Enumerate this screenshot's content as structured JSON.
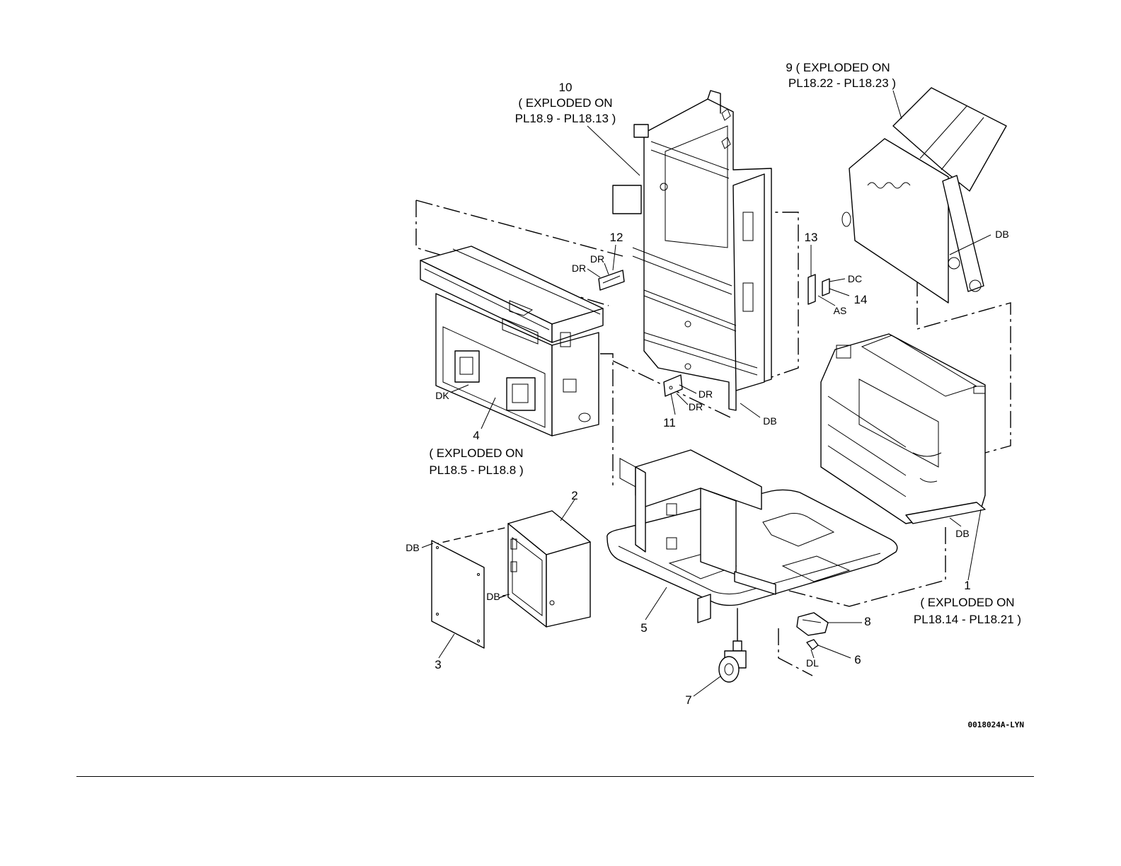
{
  "callouts": {
    "c1": {
      "num": "1",
      "line1": "( EXPLODED ON",
      "line2": "PL18.14 - PL18.21 )"
    },
    "c2": {
      "num": "2"
    },
    "c3": {
      "num": "3"
    },
    "c4": {
      "num": "4",
      "line1": "( EXPLODED ON",
      "line2": "PL18.5 - PL18.8 )"
    },
    "c5": {
      "num": "5"
    },
    "c6": {
      "num": "6"
    },
    "c7": {
      "num": "7"
    },
    "c8": {
      "num": "8"
    },
    "c9": {
      "line1": "9 ( EXPLODED ON",
      "line2": "PL18.22 - PL18.23 )"
    },
    "c10": {
      "num": "10",
      "line1": "( EXPLODED ON",
      "line2": "PL18.9 - PL18.13 )"
    },
    "c11": {
      "num": "11"
    },
    "c12": {
      "num": "12"
    },
    "c13": {
      "num": "13"
    },
    "c14": {
      "num": "14"
    }
  },
  "fasteners": {
    "dr": "DR",
    "db": "DB",
    "dk": "DK",
    "dc": "DC",
    "as": "AS",
    "dl": "DL"
  },
  "figure_code": "0018024A-LYN"
}
